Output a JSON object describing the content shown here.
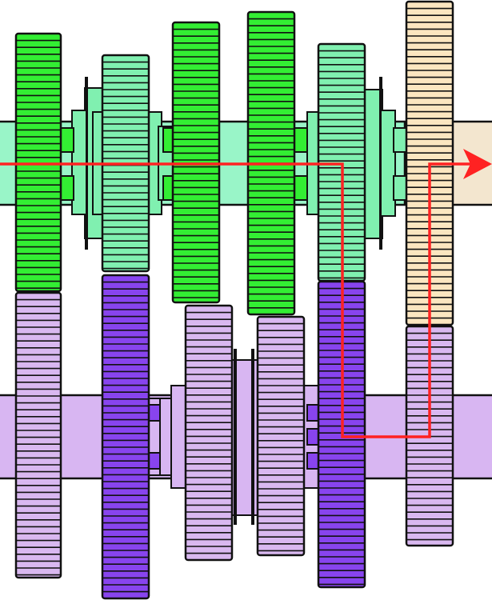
{
  "diagram": {
    "kind": "gearbox-power-flow",
    "colors": {
      "top_gear": "#33ee33",
      "top_shaft": "#99f5c8",
      "top_hub": "#80f0b0",
      "output_gear": "#fbe6c0",
      "output_shaft": "#f3e6cf",
      "bottom_gear_light": "#d9b8f0",
      "bottom_gear_dark": "#8844ee",
      "bottom_shaft": "#d8b6f2",
      "bottom_hub": "#d8b6f2",
      "power_flow": "#ff2222",
      "outline": "#111111"
    },
    "top_shaft_gears": [
      {
        "id": "gear-1",
        "color": "top_gear"
      },
      {
        "id": "gear-2",
        "color": "top_hub"
      },
      {
        "id": "gear-3",
        "color": "top_gear"
      },
      {
        "id": "gear-4",
        "color": "top_gear"
      },
      {
        "id": "gear-5",
        "color": "top_hub"
      },
      {
        "id": "gear-6",
        "color": "output_gear"
      }
    ],
    "bottom_shaft_gears": [
      {
        "id": "gear-1",
        "color": "bottom_gear_light"
      },
      {
        "id": "gear-2",
        "color": "bottom_gear_dark"
      },
      {
        "id": "gear-3",
        "color": "bottom_gear_light"
      },
      {
        "id": "gear-4",
        "color": "bottom_gear_light"
      },
      {
        "id": "gear-5",
        "color": "bottom_gear_dark"
      },
      {
        "id": "gear-6",
        "color": "bottom_gear_light"
      }
    ],
    "power_flow": {
      "path": [
        "input-shaft",
        "gear-5-top",
        "gear-5-bottom",
        "countershaft",
        "gear-6-bottom",
        "gear-6-top",
        "output-shaft"
      ]
    }
  }
}
